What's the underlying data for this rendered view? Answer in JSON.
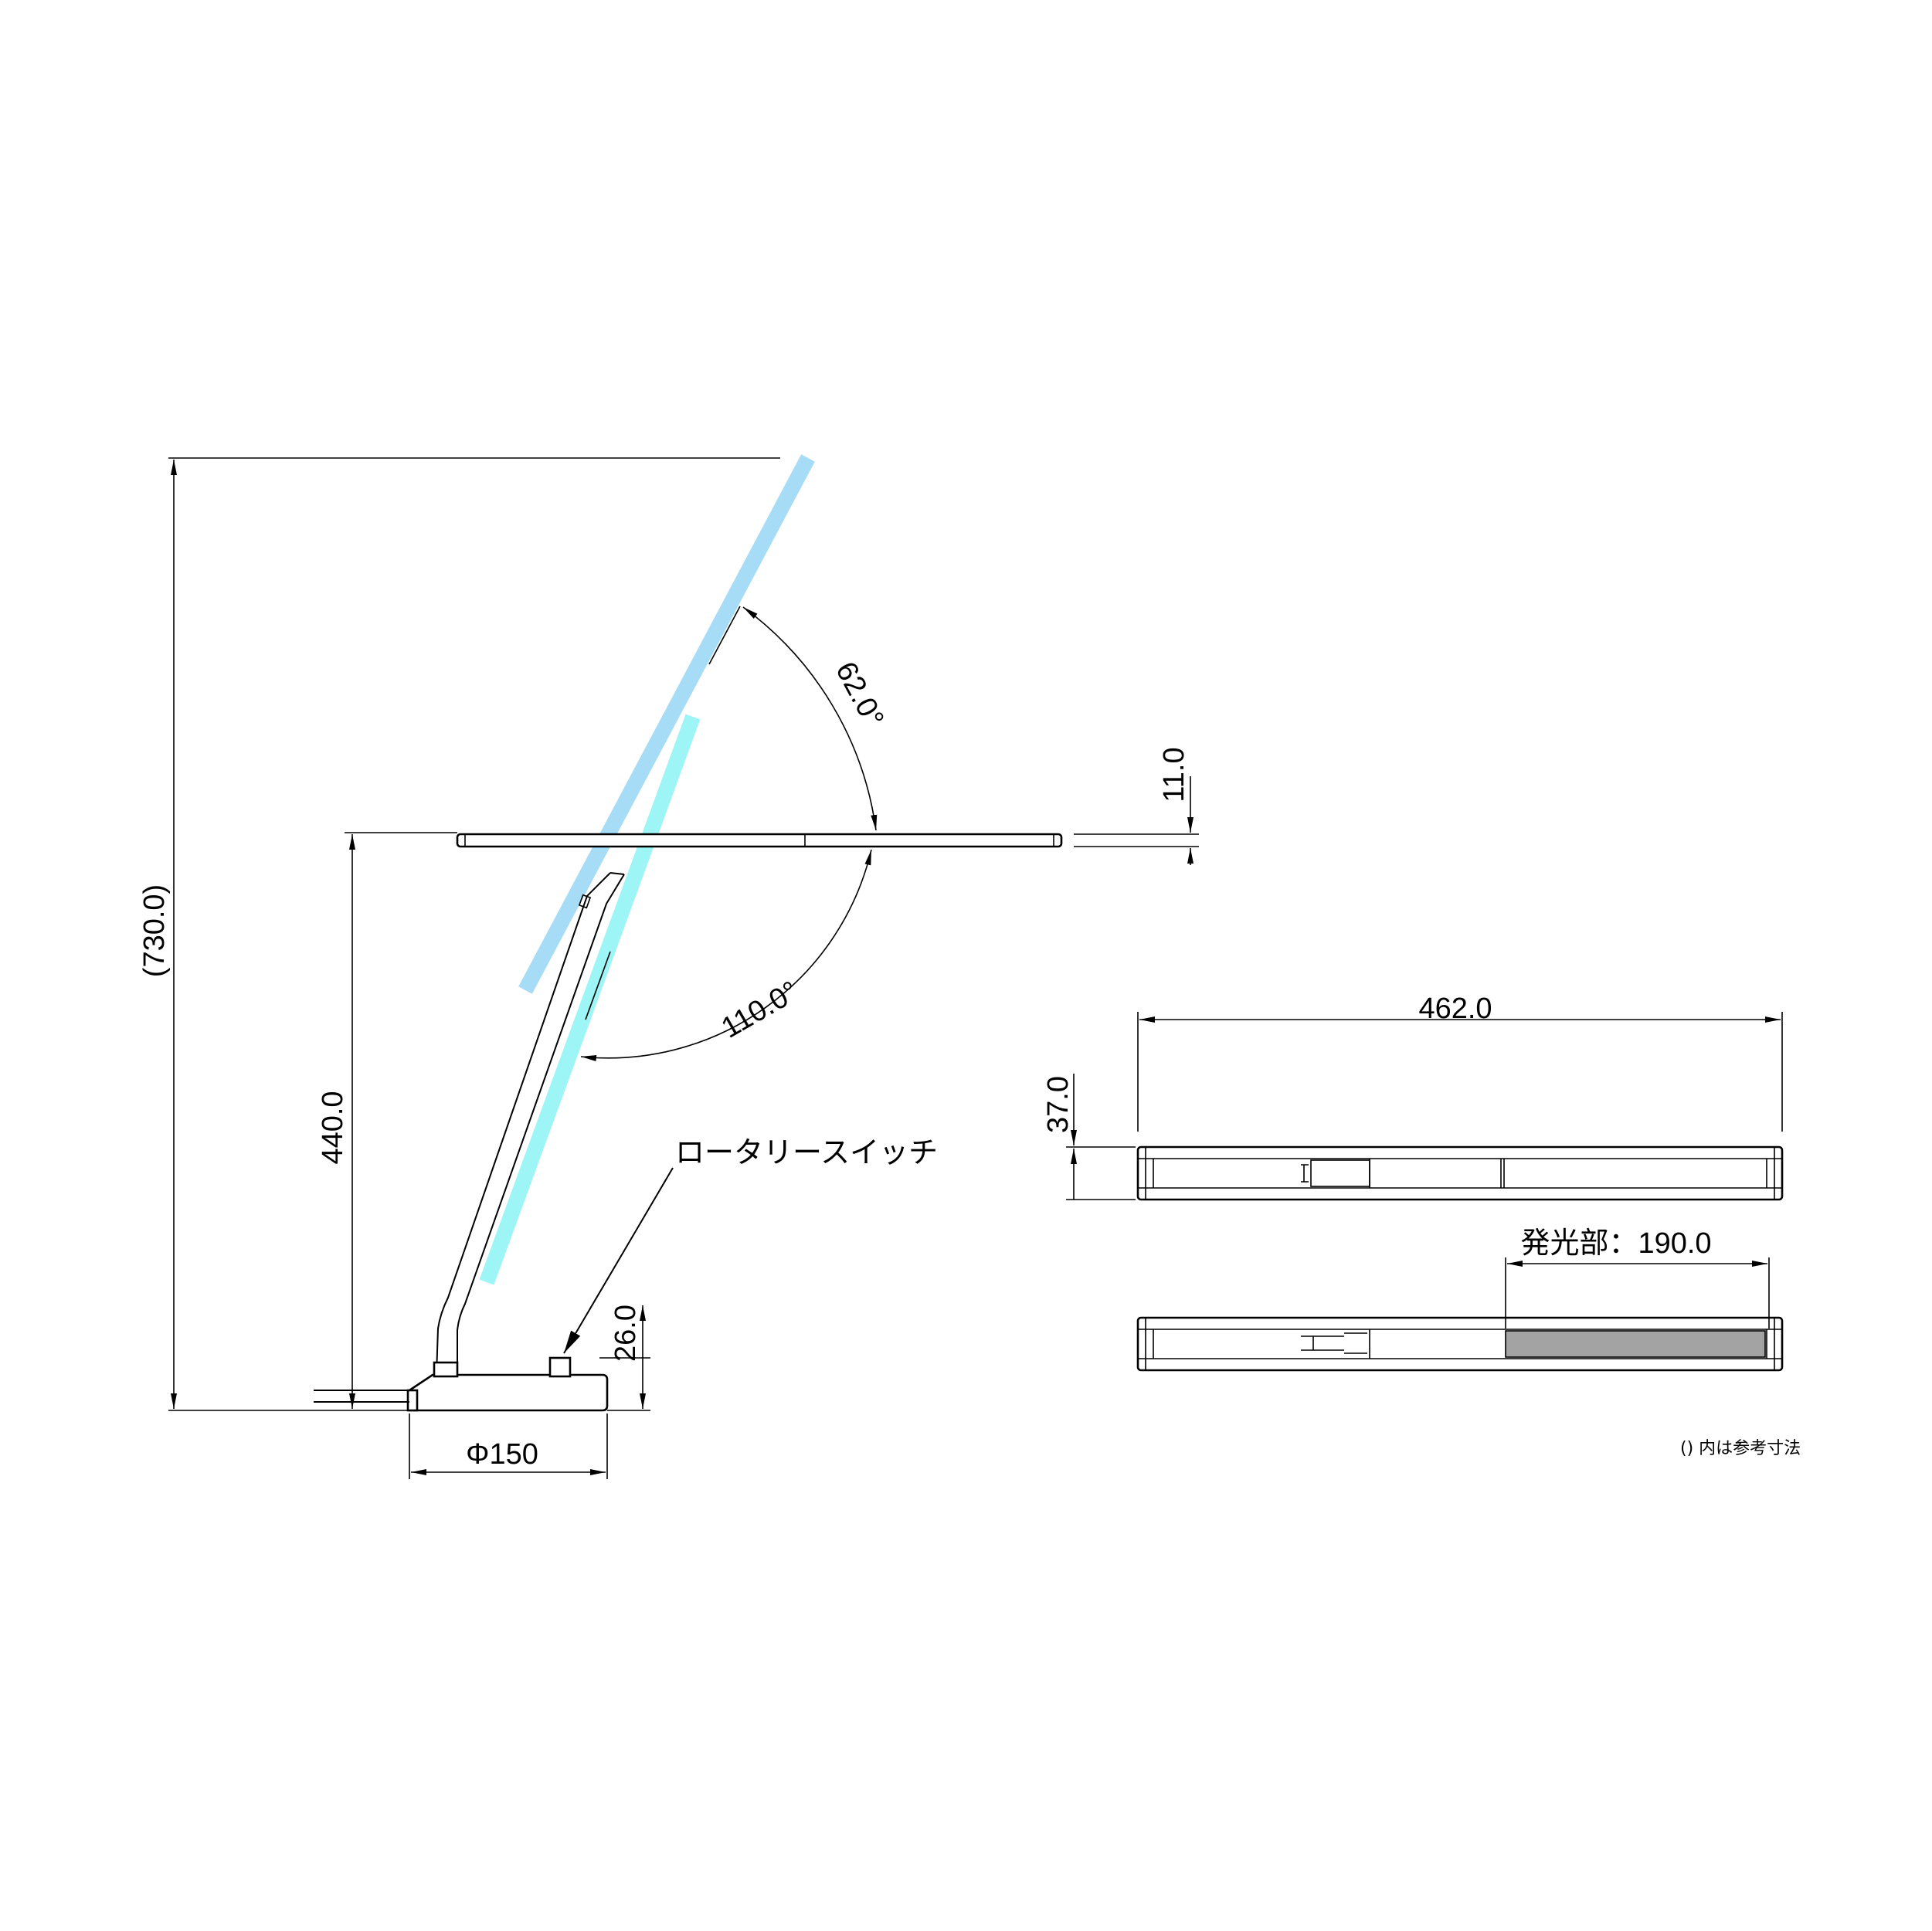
{
  "dimensions": {
    "overall_height": "(730.0)",
    "arm_height": "440.0",
    "base_diameter": "Φ150",
    "base_height": "26.0",
    "head_thickness": "11.0",
    "tilt_up_angle": "62.0°",
    "tilt_down_angle": "110.0°",
    "head_length": "462.0",
    "head_depth": "37.0",
    "emitting_section": "発光部：190.0"
  },
  "labels": {
    "rotary_switch": "ロータリースイッチ",
    "reference_note": "() 内は参考寸法"
  },
  "colors": {
    "head_raised": "#a6dcf5",
    "head_lowered": "#9ef5f5",
    "emitting_area": "#a3a3a3",
    "line": "#000000"
  }
}
